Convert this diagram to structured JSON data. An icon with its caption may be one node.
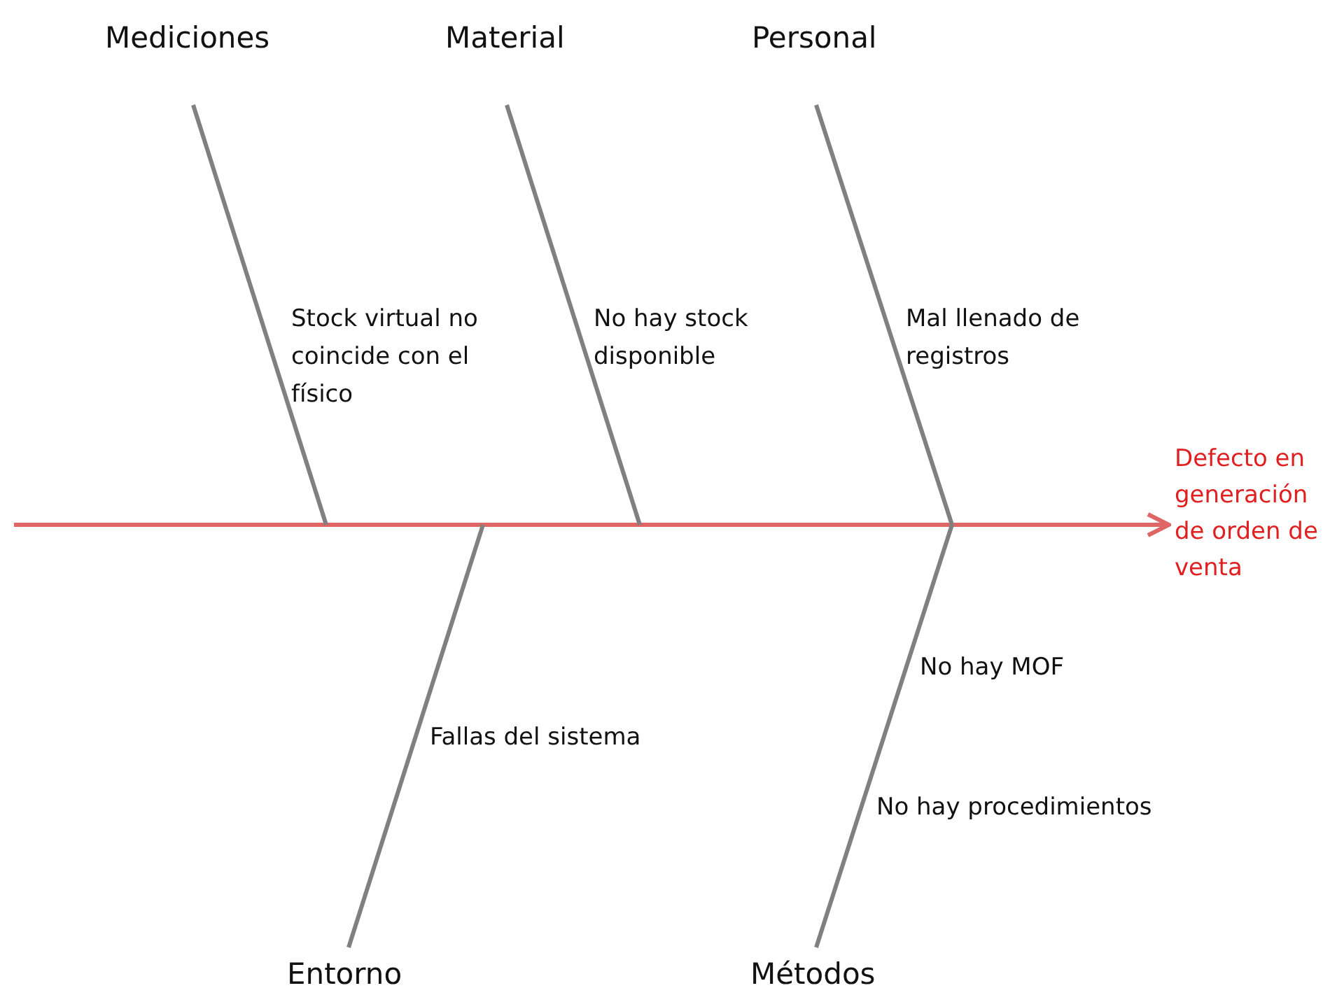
{
  "diagram": {
    "nodes": [
      {
        "text": [
          "Mediciones"
        ]
      },
      {
        "text": [
          "Material"
        ]
      },
      {
        "text": [
          "Personal"
        ]
      },
      {
        "text": [
          "Entorno"
        ]
      },
      {
        "text": [
          "Métodos"
        ]
      },
      {
        "text": [
          "Defecto en generación de orden de venta"
        ]
      }
    ],
    "edges": [
      {
        "from": null,
        "to": 5,
        "arrow": "to",
        "color": "#e06666"
      },
      {
        "from": 0,
        "to": null,
        "arrow": "none"
      },
      {
        "from": 1,
        "to": null,
        "arrow": "none"
      },
      {
        "from": 2,
        "to": null,
        "arrow": "none"
      },
      {
        "from": 3,
        "to": null,
        "arrow": "none"
      },
      {
        "from": 4,
        "to": null,
        "arrow": "none"
      }
    ],
    "labels": [
      "Stock virtual no coincide con el físico",
      "No hay stock disponible",
      "Mal llenado de registros",
      "Fallas del sistema",
      "No hay MOF",
      "No hay procedimientos"
    ]
  }
}
